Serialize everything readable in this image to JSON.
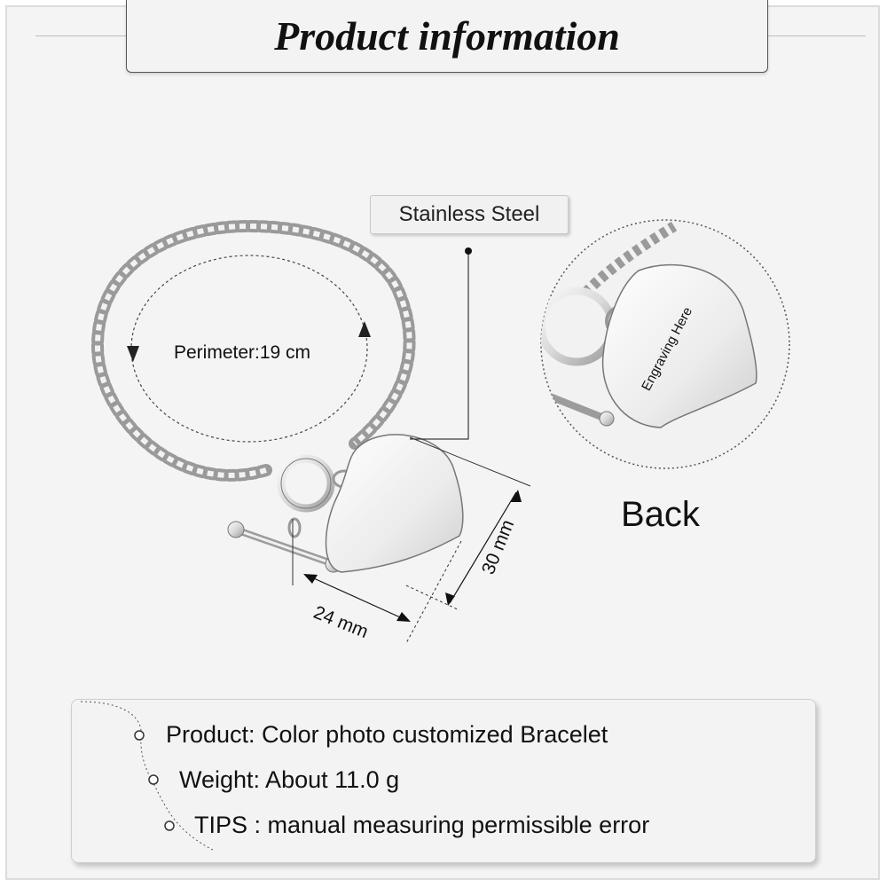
{
  "header": {
    "title": "Product information"
  },
  "product": {
    "material": "Stainless Steel",
    "perimeter": "Perimeter:19 cm",
    "height_dim": "30 mm",
    "width_dim": "24 mm",
    "engraving": "Engraving Here",
    "back_label": "Back"
  },
  "info": {
    "rows": [
      "Product: Color photo customized Bracelet",
      "Weight: About 11.0 g",
      "TIPS : manual measuring permissible error"
    ]
  }
}
